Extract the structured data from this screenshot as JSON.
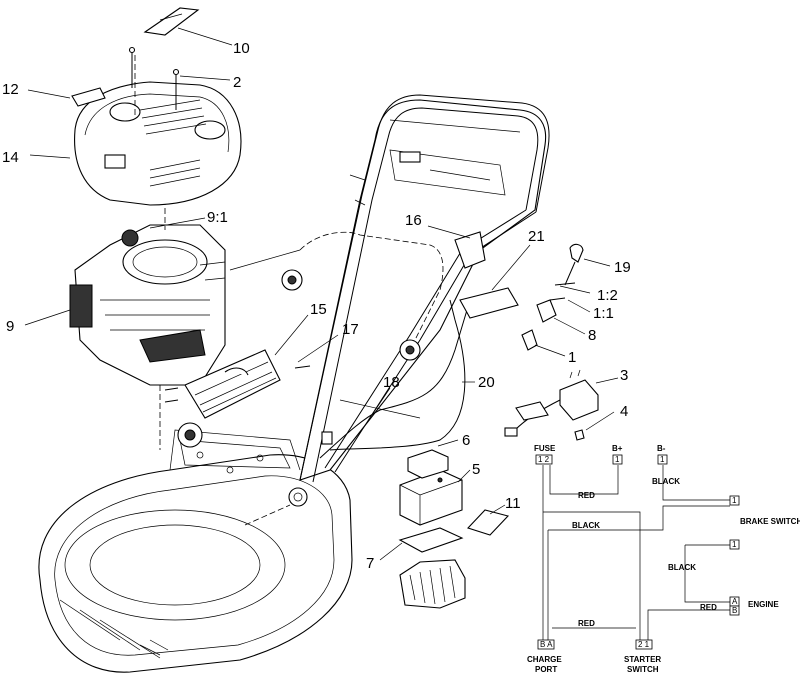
{
  "callouts": {
    "c1": "1",
    "c1_1": "1:1",
    "c1_2": "1:2",
    "c2": "2",
    "c3": "3",
    "c4": "4",
    "c5": "5",
    "c6": "6",
    "c7": "7",
    "c8": "8",
    "c9": "9",
    "c9_1": "9:1",
    "c10": "10",
    "c11": "11",
    "c12": "12",
    "c14": "14",
    "c15": "15",
    "c16": "16",
    "c17": "17",
    "c18": "18",
    "c19": "19",
    "c20": "20",
    "c21": "21"
  },
  "wiring": {
    "fuse": "FUSE",
    "fuse_terms": "1 2",
    "bplus": "B+",
    "bplus_term": "1",
    "bminus": "B-",
    "bminus_term": "1",
    "red1": "RED",
    "black1": "BLACK",
    "brake_term": "1",
    "brake_switch": "BRAKE SWITCH",
    "black2": "BLACK",
    "engine_top_term": "1",
    "black3": "BLACK",
    "red_engine": "RED",
    "engine_a": "A",
    "engine_b": "B",
    "engine": "ENGINE",
    "red_bottom": "RED",
    "charge_terms": "B A",
    "starter_terms": "2 1",
    "charge_port_1": "CHARGE",
    "charge_port_2": "PORT",
    "starter_1": "STARTER",
    "starter_2": "SWITCH"
  }
}
